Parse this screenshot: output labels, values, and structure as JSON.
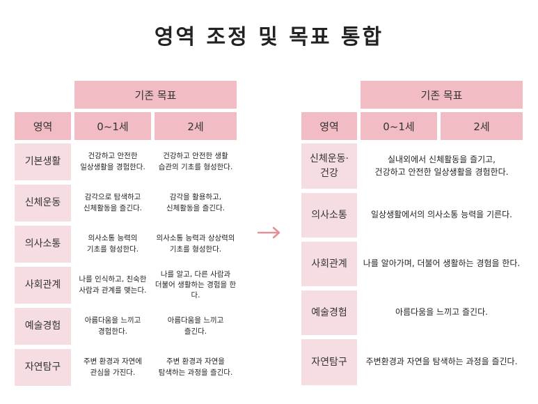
{
  "title": "영역 조정 및 목표 통합",
  "arrow_icon": "arrow-right-icon",
  "colors": {
    "header": "#f2bcc4",
    "area": "#f6dde1",
    "arrow": "#e58f98"
  },
  "left": {
    "group_header": "기존 목표",
    "col_area": "영역",
    "col_age1": "0~1세",
    "col_age2": "2세",
    "rows": [
      {
        "area": "기본생활",
        "age1": "건강하고 안전한\n일상생활을 경험한다.",
        "age2": "건강하고 안전한 생활\n습관의 기초를 형성한다."
      },
      {
        "area": "신체운동",
        "age1": "감각으로 탐색하고\n신체활동을 즐긴다.",
        "age2": "감각을 활용하고,\n신체활동을 즐긴다."
      },
      {
        "area": "의사소통",
        "age1": "의사소통 능력의\n기초를 형성한다.",
        "age2": "의사소통 능력과 상상력의\n기초를 형성한다."
      },
      {
        "area": "사회관계",
        "age1": "나를 인식하고, 친숙한\n사람과 관계를 맺는다.",
        "age2": "나를 알고, 다른 사람과\n더불어 생활하는 경험을 한다."
      },
      {
        "area": "예술경험",
        "age1": "아름다움을 느끼고\n경험한다.",
        "age2": "아름다움을 느끼고\n즐긴다."
      },
      {
        "area": "자연탐구",
        "age1": "주변 환경과 자연에\n관심을 가진다.",
        "age2": "주변 환경과 자연을\n탐색하는 과정을 즐긴다."
      }
    ]
  },
  "right": {
    "group_header": "기존 목표",
    "col_area": "영역",
    "col_age1": "0~1세",
    "col_age2": "2세",
    "rows": [
      {
        "area": "신체운동·\n건강",
        "goal": "실내외에서 신체활동을 즐기고,\n건강하고 안전한 일상생활을 경험한다."
      },
      {
        "area": "의사소통",
        "goal": "일상생활에서의 의사소통 능력을 기른다."
      },
      {
        "area": "사회관계",
        "goal": "나를 알아가며, 더불어 생활하는 경험을 한다."
      },
      {
        "area": "예술경험",
        "goal": "아름다움을 느끼고 즐긴다."
      },
      {
        "area": "자연탐구",
        "goal": "주변환경과 자연을 탐색하는 과정을 즐긴다."
      }
    ]
  }
}
